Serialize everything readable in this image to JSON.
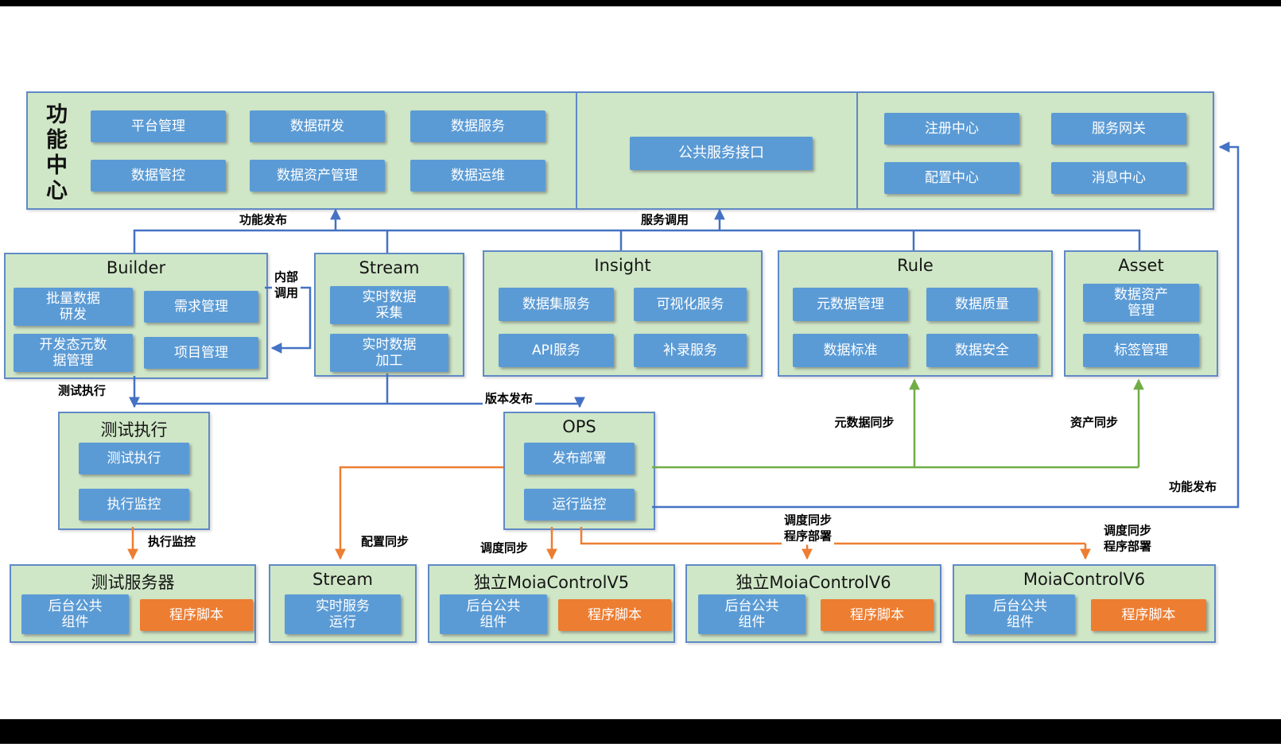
{
  "colors": {
    "panel_fill": "#cfe7c6",
    "panel_border": "#6089c6",
    "blue_button": "#5b9bd5",
    "orange_button": "#ed7d31",
    "arrow_blue": "#4472c4",
    "arrow_green": "#70ad47",
    "arrow_orange": "#ed7d31"
  },
  "function_center": {
    "title": "功能中心",
    "left_buttons": [
      "平台管理",
      "数据研发",
      "数据服务",
      "数据管控",
      "数据资产管理",
      "数据运维"
    ],
    "middle_button": "公共服务接口",
    "right_buttons": [
      "注册中心",
      "服务网关",
      "配置中心",
      "消息中心"
    ]
  },
  "modules": [
    {
      "title": "Builder",
      "buttons": [
        "批量数据\n研发",
        "需求管理",
        "开发态元数\n据管理",
        "项目管理"
      ]
    },
    {
      "title": "Stream",
      "buttons": [
        "实时数据\n采集",
        "实时数据\n加工"
      ]
    },
    {
      "title": "Insight",
      "buttons": [
        "数据集服务",
        "可视化服务",
        "API服务",
        "补录服务"
      ]
    },
    {
      "title": "Rule",
      "buttons": [
        "元数据管理",
        "数据质量",
        "数据标准",
        "数据安全"
      ]
    },
    {
      "title": "Asset",
      "buttons": [
        "数据资产\n管理",
        "标签管理"
      ]
    }
  ],
  "test_exec_box": {
    "title": "测试执行",
    "buttons": [
      "测试执行",
      "执行监控"
    ]
  },
  "ops_box": {
    "title": "OPS",
    "buttons": [
      "发布部署",
      "运行监控"
    ]
  },
  "servers": [
    {
      "title": "测试服务器",
      "component": "后台公共\n组件",
      "script": "程序脚本"
    },
    {
      "title": "Stream",
      "component": "实时服务\n运行"
    },
    {
      "title": "独立MoiaControlV5",
      "component": "后台公共\n组件",
      "script": "程序脚本"
    },
    {
      "title": "独立MoiaControlV6",
      "component": "后台公共\n组件",
      "script": "程序脚本"
    },
    {
      "title": "MoiaControlV6",
      "component": "后台公共\n组件",
      "script": "程序脚本"
    }
  ],
  "edge_labels": {
    "function_publish_top": "功能发布",
    "service_call": "服务调用",
    "internal_call": "内部\n调用",
    "test_execution": "测试执行",
    "version_publish": "版本发布",
    "metadata_sync": "元数据同步",
    "asset_sync": "资产同步",
    "function_publish_right": "功能发布",
    "execution_monitor": "执行监控",
    "config_sync": "配置同步",
    "dispatch_sync": "调度同步",
    "dispatch_deploy_left": "调度同步\n程序部署",
    "dispatch_deploy_right": "调度同步\n程序部署"
  }
}
